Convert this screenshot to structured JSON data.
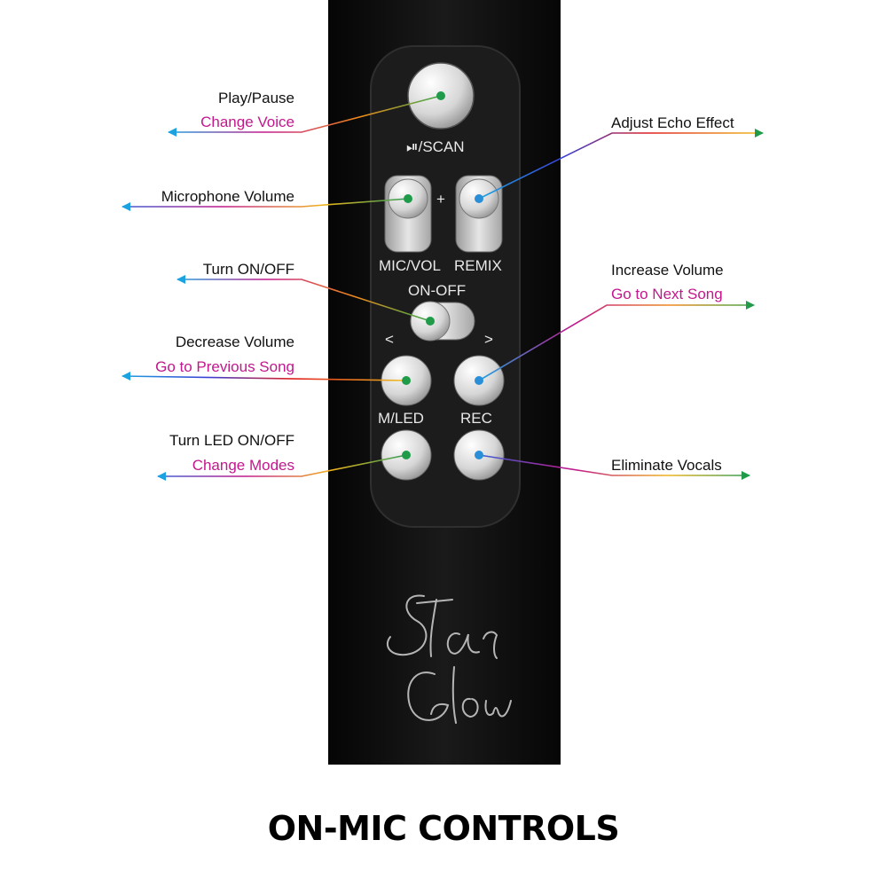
{
  "device": {
    "buttons": {
      "play_scan": "⏯/SCAN",
      "mic_vol": "MIC/VOL",
      "plus": "+",
      "remix": "REMIX",
      "on_off": "ON-OFF",
      "prev": "<",
      "next": ">",
      "m_led": "M/LED",
      "rec": "REC"
    },
    "logo_text": "Star Glow"
  },
  "callouts": {
    "play_pause": {
      "primary": "Play/Pause",
      "secondary": "Change Voice"
    },
    "mic_volume": {
      "primary": "Microphone Volume"
    },
    "turn_on_off": {
      "primary": "Turn ON/OFF"
    },
    "decrease_volume": {
      "primary": "Decrease Volume",
      "secondary": "Go to Previous Song"
    },
    "led_toggle": {
      "primary": "Turn LED ON/OFF",
      "secondary": "Change Modes"
    },
    "echo_effect": {
      "primary": "Adjust Echo Effect"
    },
    "increase_volume": {
      "primary": "Increase Volume",
      "secondary": "Go to Next Song"
    },
    "eliminate_vocals": {
      "primary": "Eliminate Vocals"
    }
  },
  "footer": {
    "title": "ON-MIC CONTROLS"
  },
  "colors": {
    "black_text": "#111111",
    "magenta_text": "#c2188c",
    "body": "#0d0d0d",
    "panel": "#232323",
    "button": "#d9d9d9",
    "dot_green": "#1f9b4a",
    "dot_blue": "#2a8fd6"
  }
}
